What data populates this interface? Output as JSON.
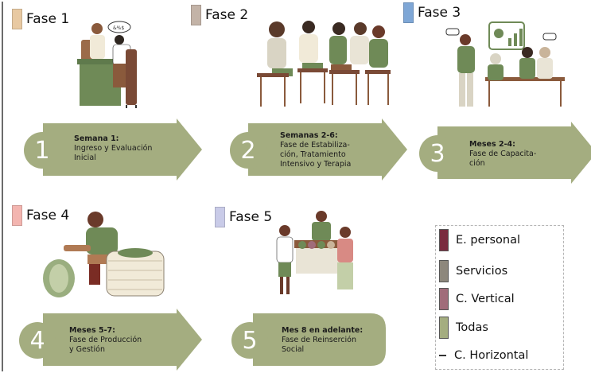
{
  "phases": [
    {
      "title": "Fase 1",
      "color": "#e8c9a2",
      "step_number": "1",
      "weeks": "Semana 1:",
      "description": "Ingreso y Evaluación\nInicial"
    },
    {
      "title": "Fase 2",
      "color": "#c3b3a7",
      "step_number": "2",
      "weeks": "Semanas 2-6:",
      "description": "Fase de Estabiliza-\nción, Tratamiento\nIntensivo y Terapia"
    },
    {
      "title": "Fase 3",
      "color": "#7fa7d6",
      "step_number": "3",
      "weeks": "Meses 2-4:",
      "description": "Fase de Capacita-\nción"
    },
    {
      "title": "Fase 4",
      "color": "#f3b5b0",
      "step_number": "4",
      "weeks": "Meses 5-7:",
      "description": "Fase de Producción\ny Gestión"
    },
    {
      "title": "Fase 5",
      "color": "#c9cbe8",
      "step_number": "5",
      "weeks": "Mes 8 en adelante:",
      "description": "Fase de Reinserción\nSocial"
    }
  ],
  "legend": [
    {
      "label": "E. personal",
      "color": "#7a2c3f",
      "style": "swatch"
    },
    {
      "label": "Servicios",
      "color": "#8d877c",
      "style": "swatch"
    },
    {
      "label": "C. Vertical",
      "color": "#a06c7a",
      "style": "swatch"
    },
    {
      "label": "Todas",
      "color": "#a4ad80",
      "style": "swatch"
    },
    {
      "label": "C. Horizontal",
      "color": "#333333",
      "style": "dashed-line"
    }
  ],
  "colors": {
    "arrow": "#a4ad80",
    "number": "#a4ad80",
    "rule": "#6b6b6b"
  }
}
